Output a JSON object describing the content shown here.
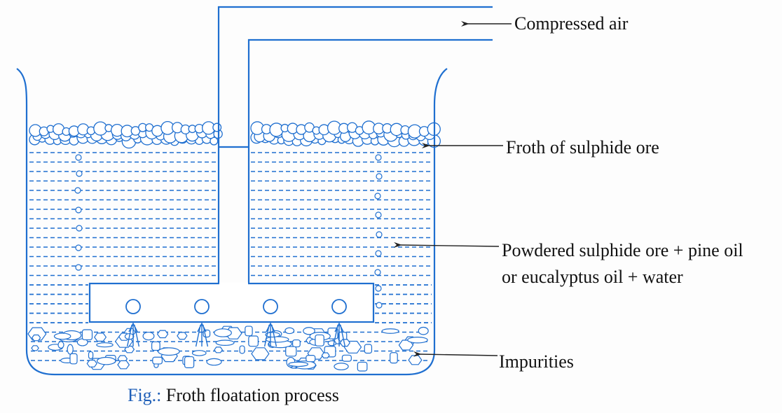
{
  "labels": {
    "compressed_air": "Compressed air",
    "froth": "Froth of sulphide ore",
    "mixture_line1": "Powdered sulphide ore + pine oil",
    "mixture_line2": "or eucalyptus oil + water",
    "impurities": "Impurities"
  },
  "caption": {
    "prefix": "Fig.:",
    "text": " Froth floatation process"
  },
  "colors": {
    "vessel": "#1f6fd0",
    "dash": "#1f6fd0",
    "label_text": "#111111",
    "caption_prefix": "#1f5fb8",
    "arrow": "#222222"
  },
  "nozzle_count": 4
}
